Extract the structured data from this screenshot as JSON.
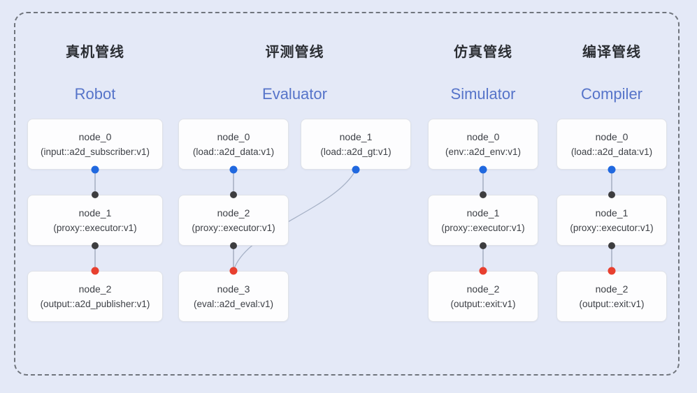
{
  "pipelines": [
    {
      "title_zh": "真机管线",
      "title_en": "Robot",
      "nodes": [
        {
          "title": "node_0",
          "subtitle": "(input::a2d_subscriber:v1)"
        },
        {
          "title": "node_1",
          "subtitle": "(proxy::executor:v1)"
        },
        {
          "title": "node_2",
          "subtitle": "(output::a2d_publisher:v1)"
        }
      ]
    },
    {
      "title_zh": "评测管线",
      "title_en": "Evaluator",
      "nodes": [
        {
          "title": "node_0",
          "subtitle": "(load::a2d_data:v1)"
        },
        {
          "title": "node_1",
          "subtitle": "(load::a2d_gt:v1)"
        },
        {
          "title": "node_2",
          "subtitle": "(proxy::executor:v1)"
        },
        {
          "title": "node_3",
          "subtitle": "(eval::a2d_eval:v1)"
        }
      ]
    },
    {
      "title_zh": "仿真管线",
      "title_en": "Simulator",
      "nodes": [
        {
          "title": "node_0",
          "subtitle": "(env::a2d_env:v1)"
        },
        {
          "title": "node_1",
          "subtitle": "(proxy::executor:v1)"
        },
        {
          "title": "node_2",
          "subtitle": "(output::exit:v1)"
        }
      ]
    },
    {
      "title_zh": "编译管线",
      "title_en": "Compiler",
      "nodes": [
        {
          "title": "node_0",
          "subtitle": "(load::a2d_data:v1)"
        },
        {
          "title": "node_1",
          "subtitle": "(proxy::executor:v1)"
        },
        {
          "title": "node_2",
          "subtitle": "(output::exit:v1)"
        }
      ]
    }
  ],
  "colors": {
    "background": "#e4e9f7",
    "panel_border": "#70757d",
    "node_fill": "#fdfdfe",
    "node_border": "#dfe2e8",
    "title": "#2b2e33",
    "subtitle_accent": "#5674c9",
    "node_text": "#3d4046",
    "link": "#9aa5b8",
    "link_curve": "#a6b1c6",
    "dot_blue": "#2068df",
    "dot_black": "#3d3d3f",
    "dot_red": "#e8402f"
  }
}
